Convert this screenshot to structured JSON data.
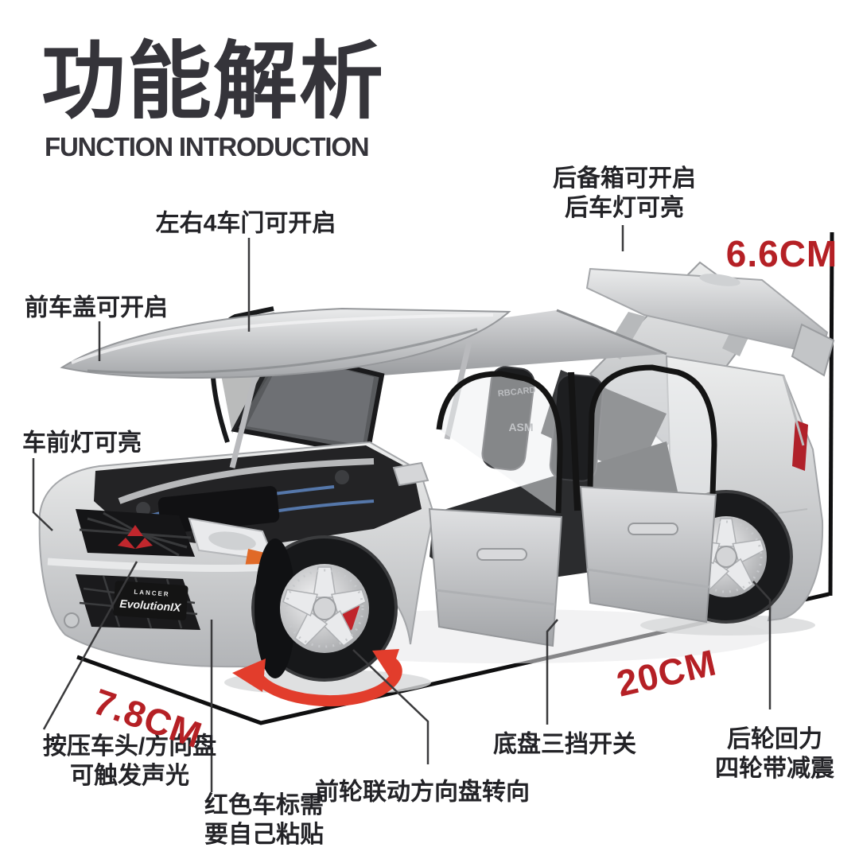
{
  "page": {
    "title_zh": "功能解析",
    "title_en": "FUNCTION INTRODUCTION"
  },
  "dimensions": {
    "height": "6.6CM",
    "length": "20CM",
    "width": "7.8CM"
  },
  "callouts": {
    "trunk": {
      "line1": "后备箱可开启",
      "line2": "后车灯可亮"
    },
    "doors": {
      "label": "左右4车门可开启"
    },
    "hood": {
      "label": "前车盖可开启"
    },
    "headlights": {
      "label": "车前灯可亮"
    },
    "horn": {
      "line1": "按压车头/方向盘",
      "line2": "可触发声光"
    },
    "decal": {
      "line1": "红色车标需",
      "line2": "要自己粘贴"
    },
    "steering": {
      "label": "前轮联动方向盘转向"
    },
    "chassis": {
      "label": "底盘三挡开关"
    },
    "pullback": {
      "line1": "后轮回力",
      "line2": "四轮带减震"
    }
  },
  "car_markings": {
    "badge_top": "LANCER",
    "badge_main": "EvolutionIX",
    "seat_back": "RBCARD",
    "seat_side": "ASM"
  },
  "colors": {
    "dimension_red": "#b52025",
    "arrow_red": "#e23d2c",
    "title_ink": "#35343a",
    "label_ink": "#232327",
    "car_silver": "#c9cbcd",
    "box_line": "#0f0f10"
  }
}
